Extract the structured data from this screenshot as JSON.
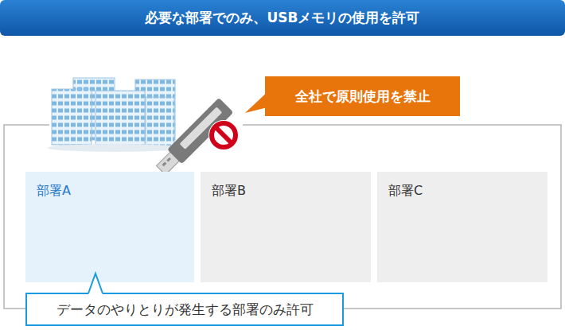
{
  "diagram": {
    "title": "必要な部署でのみ、USBメモリの使用を許可",
    "nodes": [
      {
        "text": [
          "全社で原則使用を禁止"
        ]
      },
      {
        "text": [
          "部署A"
        ]
      },
      {
        "text": [
          "部署B"
        ]
      },
      {
        "text": [
          "部署C"
        ]
      },
      {
        "text": [
          "データのやりとりが発生する部署のみ許可"
        ]
      }
    ]
  }
}
